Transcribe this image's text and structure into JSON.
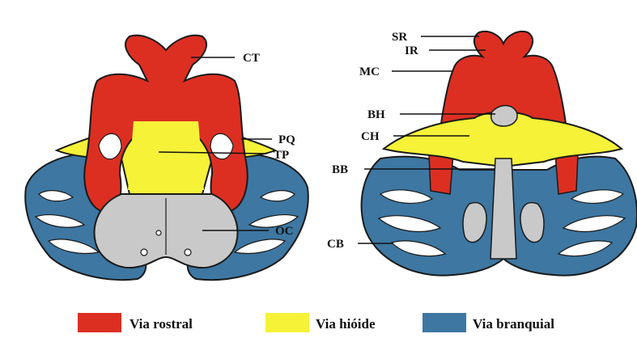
{
  "colors": {
    "rostral": "#dc2f22",
    "hyoid": "#f5f238",
    "branchial": "#3d77a2",
    "occipital": "#c9c9c9",
    "outline": "#1a1a1a"
  },
  "left_view": {
    "labels": {
      "ct": "CT",
      "pq": "PQ",
      "tp": "TP",
      "oc": "OC"
    }
  },
  "right_view": {
    "labels": {
      "sr": "SR",
      "ir": "IR",
      "mc": "MC",
      "bh": "BH",
      "ch": "CH",
      "bb": "BB",
      "cb": "CB"
    }
  },
  "legend": [
    {
      "label": "Via rostral",
      "color": "#dc2f22"
    },
    {
      "label": "Via hióide",
      "color": "#f5f238"
    },
    {
      "label": "Via branquial",
      "color": "#3d77a2"
    }
  ]
}
